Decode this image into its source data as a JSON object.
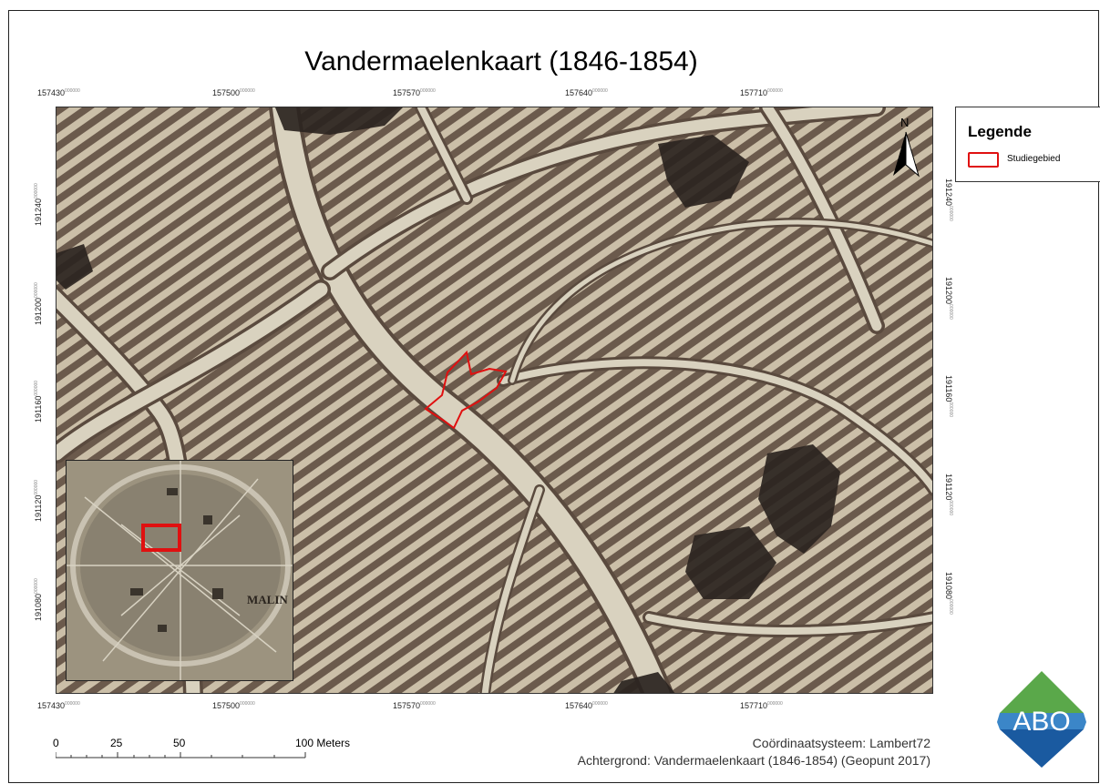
{
  "title": "Vandermaelenkaart (1846-1854)",
  "x_ticks": [
    "157430",
    "157500",
    "157570",
    "157640",
    "157710"
  ],
  "y_ticks": [
    "191240",
    "191200",
    "191160",
    "191120",
    "191080"
  ],
  "tick_suffix": "000000",
  "legend": {
    "title": "Legende",
    "item_label": "Studiegebied",
    "item_color": "#e01010"
  },
  "north_label": "N",
  "scale": {
    "labels": [
      "0",
      "25",
      "50",
      "100 Meters"
    ]
  },
  "credits": {
    "line1": "Coördinaatsysteem: Lambert72",
    "line2": "Achtergrond: Vandermaelenkaart (1846-1854) (Geopunt 2017)"
  },
  "inset": {
    "town_label": "MALIN",
    "highlight_color": "#e01010"
  },
  "logo": {
    "text": "ABO",
    "colors": {
      "top": "#5aa84a",
      "middle": "#3b86c8",
      "bottom": "#1a5aa0"
    }
  }
}
